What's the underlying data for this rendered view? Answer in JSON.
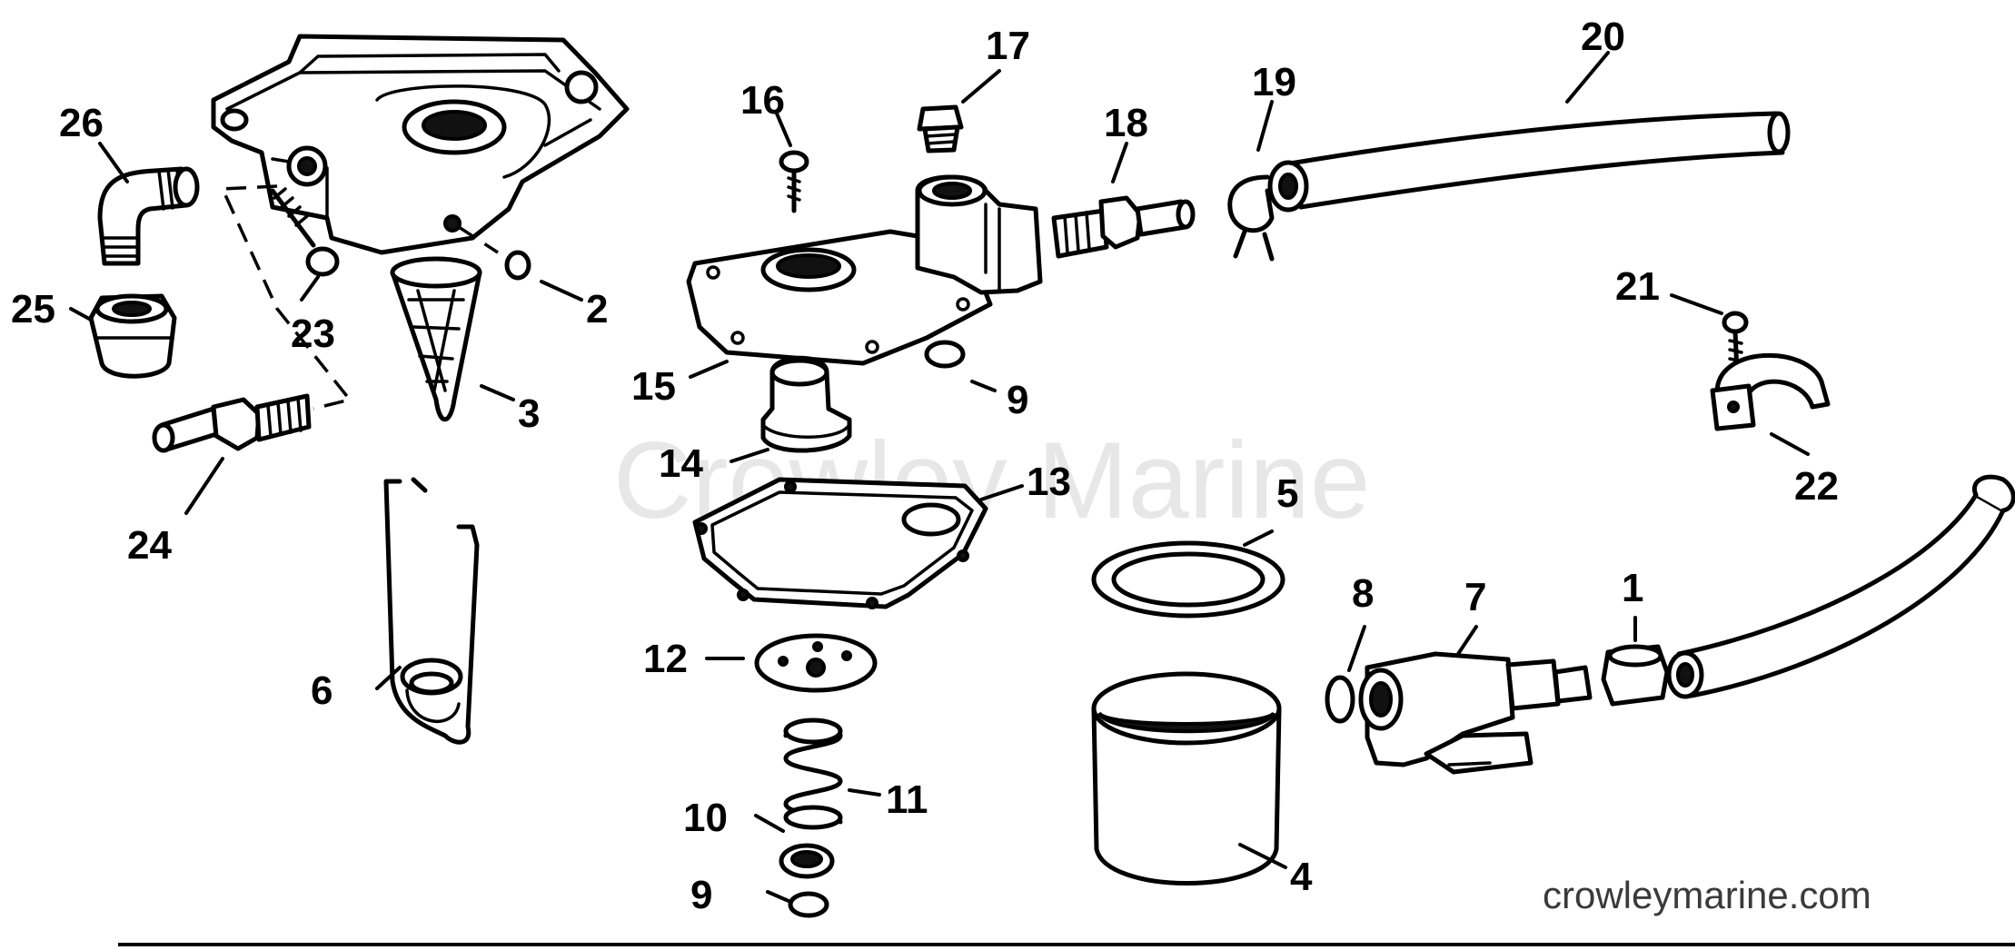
{
  "watermark": "Crowley Marine",
  "site_text": "crowleymarine.com",
  "callouts": {
    "c1": "1",
    "c2": "2",
    "c3": "3",
    "c4": "4",
    "c5": "5",
    "c6": "6",
    "c7": "7",
    "c8": "8",
    "c9a": "9",
    "c9b": "9",
    "c10": "10",
    "c11": "11",
    "c12": "12",
    "c13": "13",
    "c14": "14",
    "c15": "15",
    "c16": "16",
    "c17": "17",
    "c18": "18",
    "c19": "19",
    "c20": "20",
    "c21": "21",
    "c22": "22",
    "c23": "23",
    "c24": "24",
    "c25": "25",
    "c26": "26"
  }
}
